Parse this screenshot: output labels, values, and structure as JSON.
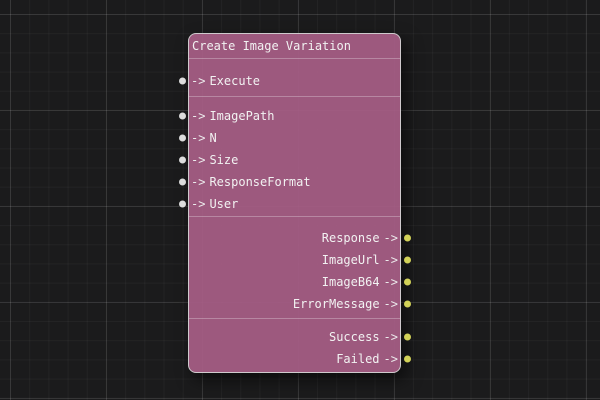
{
  "node": {
    "title": "Create Image Variation",
    "arrow": "->",
    "exec_inputs": [
      "Execute"
    ],
    "inputs": [
      "ImagePath",
      "N",
      "Size",
      "ResponseFormat",
      "User"
    ],
    "outputs": [
      "Response",
      "ImageUrl",
      "ImageB64",
      "ErrorMessage"
    ],
    "exec_outputs": [
      "Success",
      "Failed"
    ]
  },
  "colors": {
    "canvas_background": "#1b1b1c",
    "node_fill": "#a75e85",
    "node_border": "#cfcacd",
    "input_pin": "#dcdcdc",
    "output_pin": "#d2d258",
    "text": "#f2f2f2"
  }
}
